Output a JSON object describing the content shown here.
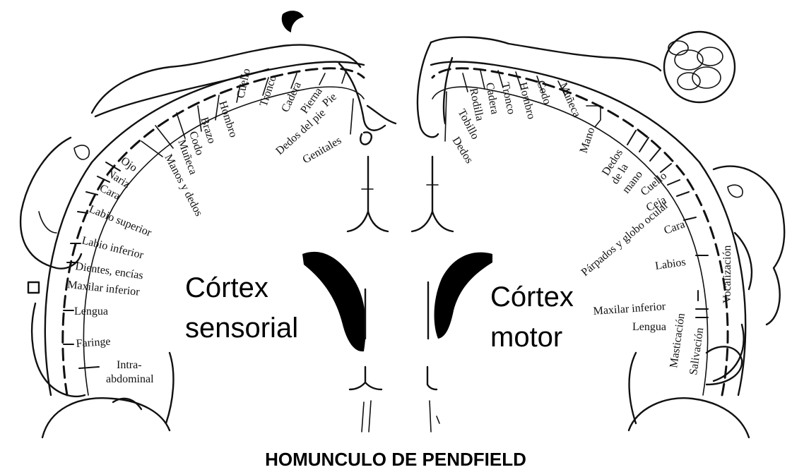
{
  "title": "HOMUNCULO DE PENDFIELD",
  "sensory": {
    "heading_line1": "Córtex",
    "heading_line2": "sensorial",
    "labels": {
      "cuello": "Cuello",
      "tronco": "Tronco",
      "cadera": "Cadera",
      "pierna": "Pierna",
      "pie": "Pie",
      "hombro": "Hombro",
      "brazo": "Brazo",
      "codo": "Codo",
      "muneca": "Muñeca",
      "dedos_pie": "Dedos del pie",
      "genitales": "Genitales",
      "manos_dedos": "Manos y dedos",
      "ojo": "Ojo",
      "nariz": "Nariz",
      "cara": "Cara",
      "labio_superior": "Labio superior",
      "labio_inferior": "Labio inferior",
      "dientes": "Dientes, encías",
      "maxilar": "Maxilar inferior",
      "lengua": "Lengua",
      "faringe": "Faringe",
      "intra1": "Intra-",
      "intra2": "abdominal"
    }
  },
  "motor": {
    "heading_line1": "Córtex",
    "heading_line2": "motor",
    "labels": {
      "codo": "Codo",
      "hombro": "Hombro",
      "tronco": "Tronco",
      "cadera": "Cadera",
      "rodilla": "Rodilla",
      "tobillo": "Tobillo",
      "dedos": "Dedos",
      "muneca": "Muñeca",
      "mano": "Mano",
      "dedos_mano1": "Dedos",
      "dedos_mano2": "de la",
      "dedos_mano3": "mano",
      "cuello": "Cuello",
      "ceja": "Ceja",
      "parpados": "Párpados y globo ocular",
      "cara": "Cara",
      "labios": "Labios",
      "vocalizacion": "Vocalización",
      "maxilar": "Maxilar inferior",
      "lengua": "Lengua",
      "masticacion": "Masticación",
      "salivacion": "Salivación"
    }
  }
}
